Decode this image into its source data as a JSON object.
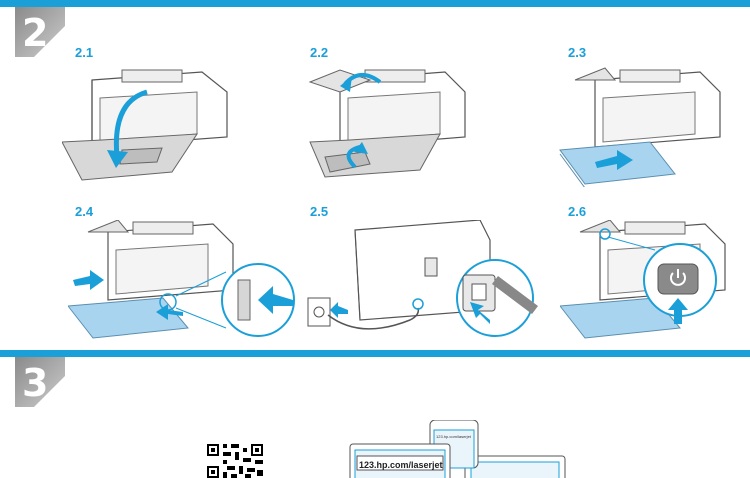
{
  "section2": {
    "number": "2"
  },
  "section3": {
    "number": "3"
  },
  "steps": [
    {
      "label": "2.1"
    },
    {
      "label": "2.2"
    },
    {
      "label": "2.3"
    },
    {
      "label": "2.4"
    },
    {
      "label": "2.5"
    },
    {
      "label": "2.6"
    }
  ],
  "setup": {
    "url": "123.hp.com/laserjet",
    "phone_url": "123.hp.com/laserjet"
  },
  "colors": {
    "accent": "#1b9fd8",
    "badge": "#9e9e9e",
    "paper": "#a9d4ef",
    "arrow": "#1b9fd8"
  },
  "icons": [
    "power-icon",
    "qr-code",
    "arrow-icon"
  ]
}
